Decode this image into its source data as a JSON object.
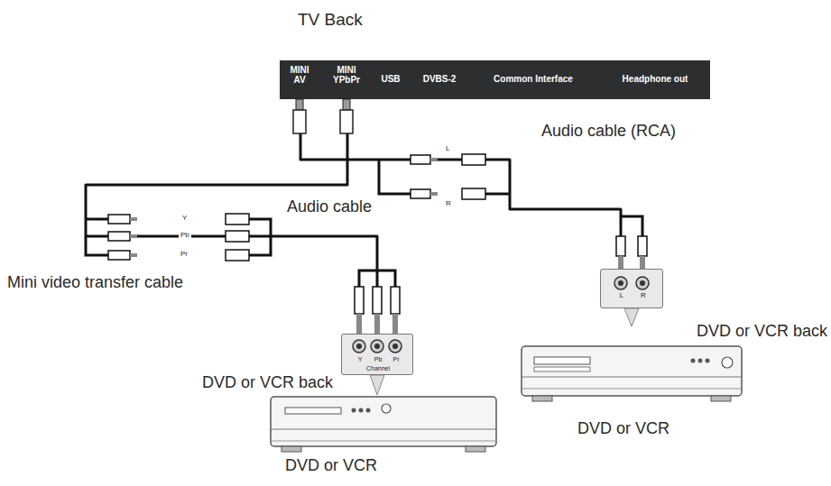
{
  "diagram": {
    "nodes": [
      {
        "text": [
          "TV Back"
        ]
      },
      {
        "text": [
          "MINI AV"
        ],
        "in": 0
      },
      {
        "text": [
          "MINI YPbPr"
        ],
        "in": 0
      },
      {
        "text": [
          "USB"
        ],
        "in": 0
      },
      {
        "text": [
          "DVBS-2"
        ],
        "in": 0
      },
      {
        "text": [
          "Common Interface"
        ],
        "in": 0
      },
      {
        "text": [
          "Headphone out"
        ],
        "in": 0
      },
      {
        "text": [
          "Y",
          "Pb",
          "Pr",
          "Channel"
        ]
      },
      {
        "text": [
          "L",
          "R"
        ]
      },
      {
        "text": [
          "DVD or VCR back",
          "DVD or VCR"
        ]
      },
      {
        "text": [
          "DVD or VCR back",
          "DVD or VCR"
        ]
      }
    ],
    "edges": [
      {
        "from": 1,
        "to": 8,
        "arrow": "none"
      },
      {
        "from": 2,
        "to": 7,
        "arrow": "none"
      }
    ],
    "labels": [
      "Audio cable (RCA)",
      "Audio cable",
      "Mini video transfer cable",
      "L",
      "R",
      "Y",
      "Pb",
      "Pr"
    ]
  }
}
